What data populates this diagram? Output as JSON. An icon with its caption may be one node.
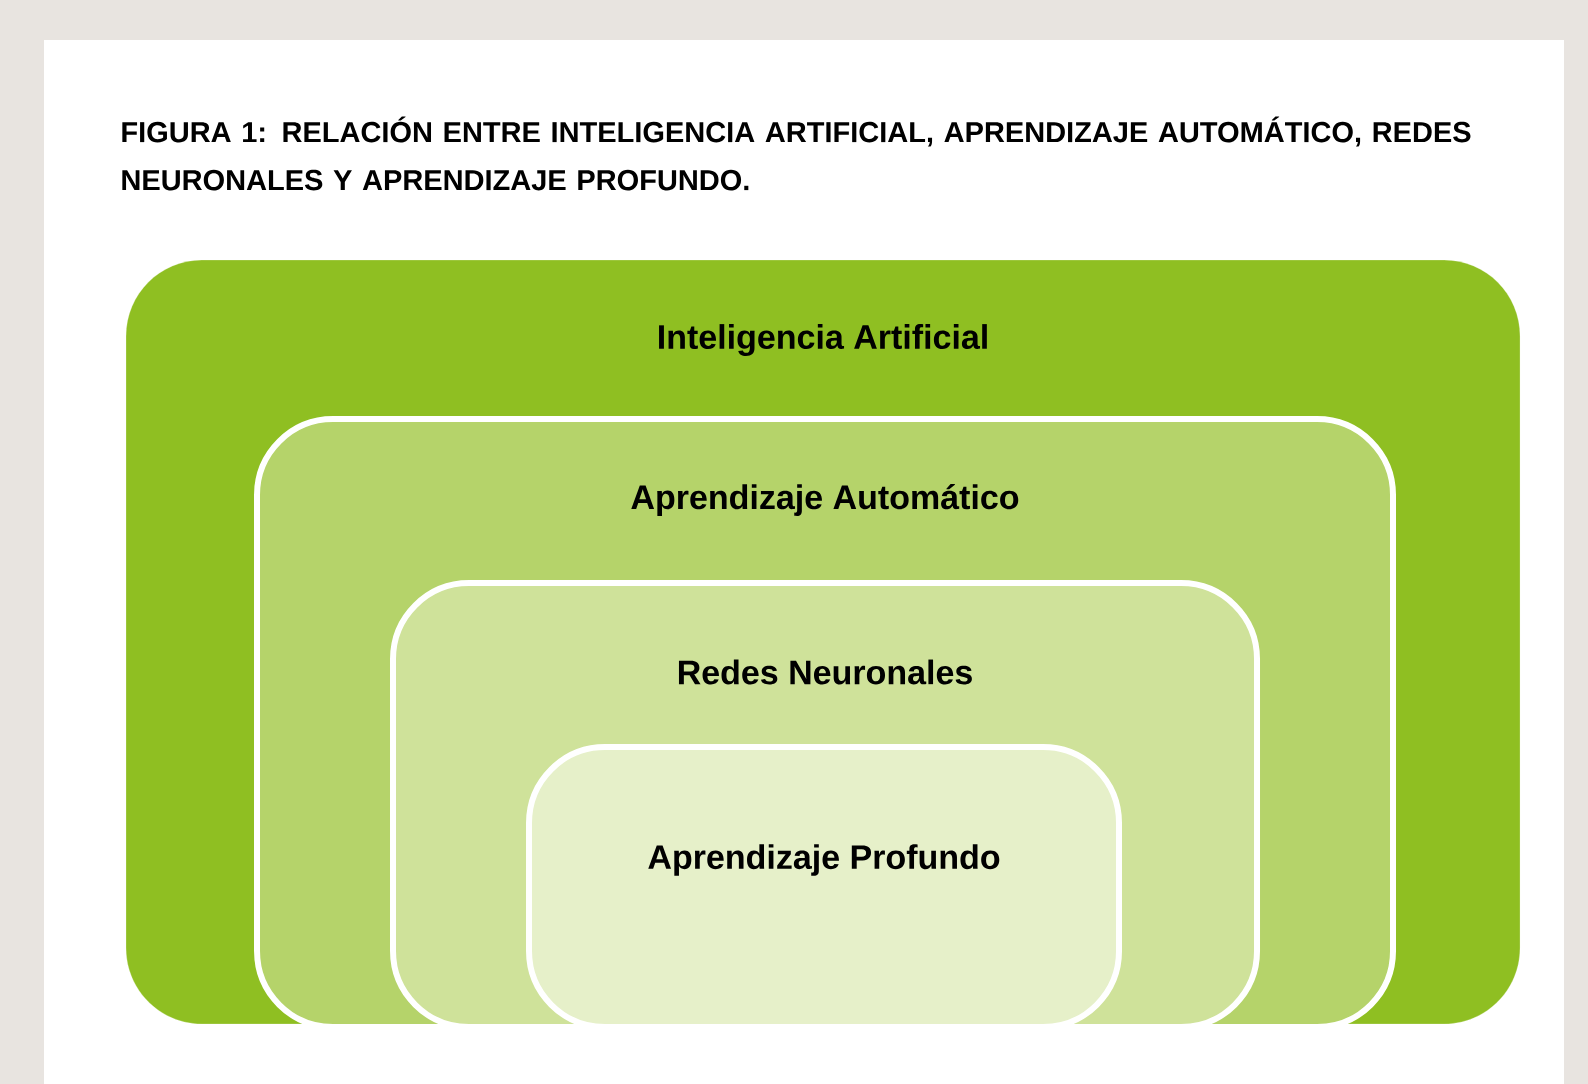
{
  "diagram": {
    "title": "FIGURA 1: RELACIÓN ENTRE INTELIGENCIA ARTIFICIAL, APRENDIZAJE AUTOMÁTICO, REDES NEURONALES Y APRENDIZAJE PROFUNDO.",
    "nodes": [
      {
        "text": [
          "Inteligencia Artificial"
        ]
      },
      {
        "text": [
          "Aprendizaje Automático"
        ],
        "in": 0
      },
      {
        "text": [
          "Redes Neuronales"
        ],
        "in": 1
      },
      {
        "text": [
          "Aprendizaje Profundo"
        ],
        "in": 2
      }
    ]
  }
}
